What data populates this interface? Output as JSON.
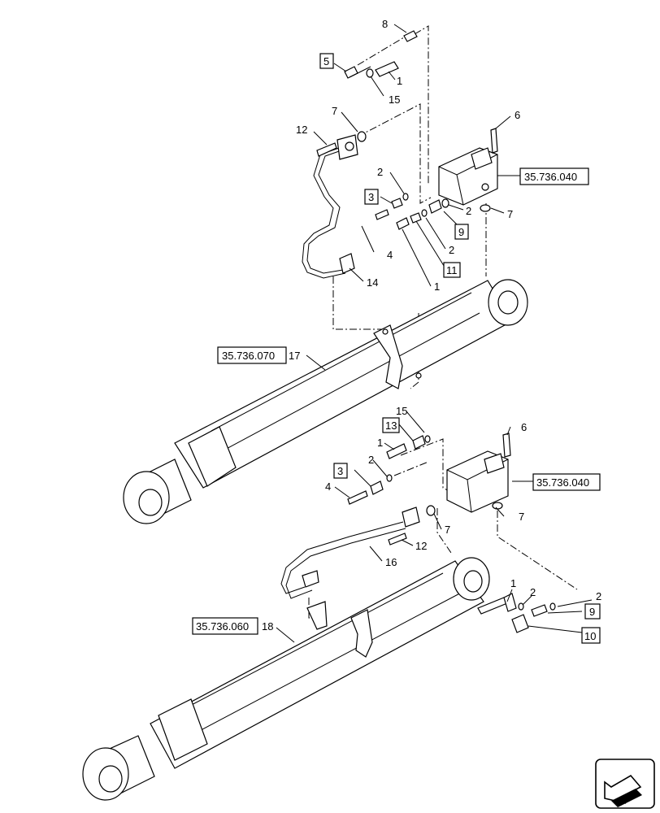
{
  "references": {
    "valve_upper": "35.736.040",
    "valve_lower": "35.736.040",
    "cyl_upper": "35.736.070",
    "cyl_lower": "35.736.060"
  },
  "callouts": {
    "u8": "8",
    "u5": "5",
    "u1a": "1",
    "u15": "15",
    "u7a": "7",
    "u12": "12",
    "u6": "6",
    "u2a": "2",
    "u3": "3",
    "u2b": "2",
    "u7b": "7",
    "u9": "9",
    "u4": "4",
    "u2c": "2",
    "u11": "11",
    "u1b": "1",
    "u14": "14",
    "u17": "17",
    "l15": "15",
    "l13": "13",
    "l6": "6",
    "l1a": "1",
    "l2a": "2",
    "l3": "3",
    "l4": "4",
    "l7": "7",
    "l12": "12",
    "l16": "16",
    "l1b": "1",
    "l2b": "2",
    "l2c": "2",
    "l9": "9",
    "l10": "10",
    "l18": "18"
  },
  "icons": {
    "nav": "direction-arrow-icon"
  }
}
